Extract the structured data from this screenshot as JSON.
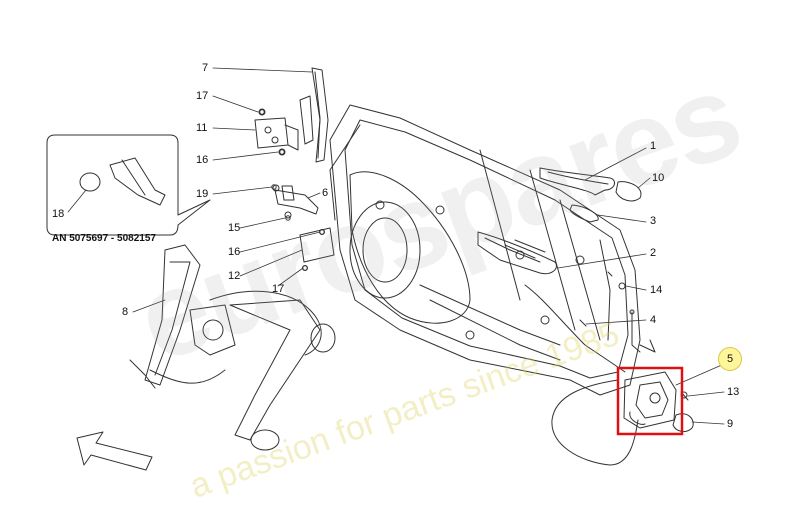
{
  "diagram": {
    "inset_caption": "AN 5075697 - 5082157",
    "callouts": [
      {
        "id": "c7",
        "label": "7"
      },
      {
        "id": "c17a",
        "label": "17"
      },
      {
        "id": "c11",
        "label": "11"
      },
      {
        "id": "c16a",
        "label": "16"
      },
      {
        "id": "c19",
        "label": "19"
      },
      {
        "id": "c6",
        "label": "6"
      },
      {
        "id": "c15",
        "label": "15"
      },
      {
        "id": "c16b",
        "label": "16"
      },
      {
        "id": "c12",
        "label": "12"
      },
      {
        "id": "c17b",
        "label": "17"
      },
      {
        "id": "c8",
        "label": "8"
      },
      {
        "id": "c18",
        "label": "18"
      },
      {
        "id": "c1",
        "label": "1"
      },
      {
        "id": "c10",
        "label": "10"
      },
      {
        "id": "c3",
        "label": "3"
      },
      {
        "id": "c2",
        "label": "2"
      },
      {
        "id": "c14",
        "label": "14"
      },
      {
        "id": "c4",
        "label": "4"
      },
      {
        "id": "c5",
        "label": "5"
      },
      {
        "id": "c13",
        "label": "13"
      },
      {
        "id": "c9",
        "label": "9"
      }
    ],
    "highlighted_part": "5",
    "colors": {
      "line": "#333333",
      "highlight_box": "#e01010",
      "highlight_badge": "#fff59a",
      "watermark_gray": "#a0a0a0",
      "watermark_yellow": "#dcd25a"
    },
    "watermark": {
      "main": "eurospares",
      "tagline": "a passion for parts since 1985"
    }
  }
}
